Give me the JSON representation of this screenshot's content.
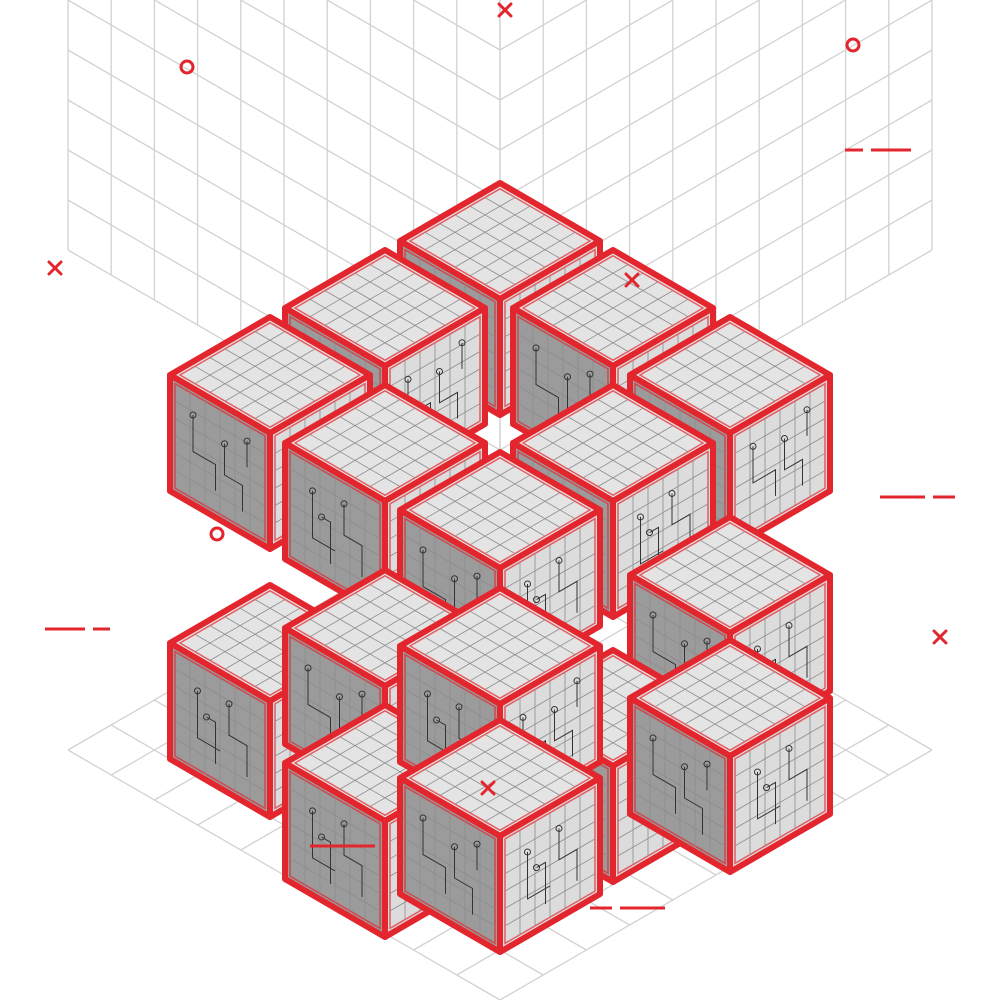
{
  "illustration": {
    "subject": "isometric-cube-cluster",
    "palette": {
      "outline": "#e3262e",
      "top_face": "#e4e4e4",
      "left_face": "#9b9b9b",
      "right_face": "#dcdcdc",
      "inner_grid": "#8c8c8c",
      "circuit": "#333333",
      "background_grid": "#d2d2d2",
      "accent_marks": "#e3262e"
    },
    "icons": [
      "x-cross-mark",
      "ring-mark",
      "dash-line-mark"
    ]
  }
}
